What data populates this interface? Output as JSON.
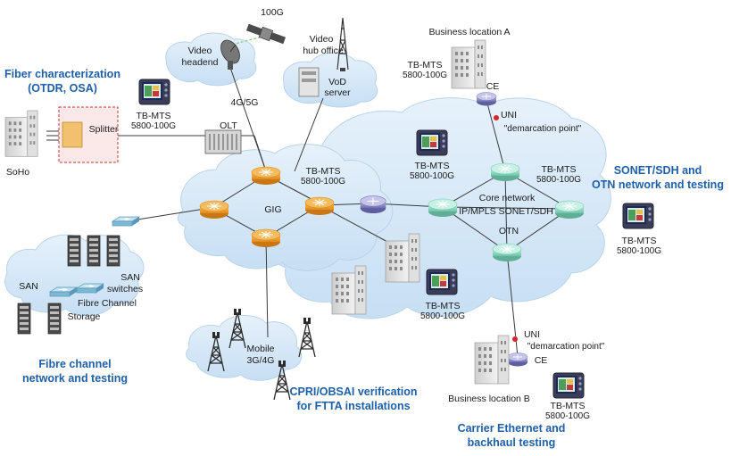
{
  "titles": {
    "fiber_char_1": "Fiber characterization",
    "fiber_char_2": "(OTDR, OSA)",
    "sonet_1": "SONET/SDH and",
    "sonet_2": "OTN network and testing",
    "fibre_channel_1": "Fibre channel",
    "fibre_channel_2": "network and testing",
    "cpri_1": "CPRI/OBSAI verification",
    "cpri_2": "for FTTA installations",
    "carrier_1": "Carrier Ethernet and",
    "carrier_2": "backhaul testing"
  },
  "labels": {
    "satellite_rate": "100G",
    "video_headend_1": "Video",
    "video_headend_2": "headend",
    "video_hub_1": "Video",
    "video_hub_2": "hub office",
    "vod_1": "VoD",
    "vod_2": "server",
    "wireless": "4G/5G",
    "soho": "SoHo",
    "splitter": "Splitter",
    "olt": "OLT",
    "gig": "GIG",
    "business_a": "Business location A",
    "business_b": "Business location B",
    "ce": "CE",
    "uni": "UNI",
    "demarcation": "\"demarcation point\"",
    "core_1": "Core network",
    "core_2": "IP/MPLS SONET/SDH",
    "otn": "OTN",
    "san": "SAN",
    "san_switches_1": "SAN",
    "san_switches_2": "switches",
    "fibre_channel": "Fibre Channel",
    "storage": "Storage",
    "mobile_1": "Mobile",
    "mobile_2": "3G/4G"
  },
  "tester": {
    "name": "TB-MTS",
    "model": "5800-100G"
  },
  "colors": {
    "title_blue": "#1f5fa8",
    "cloud_fill": "#d3e6f6",
    "router_orange": "#f0a23a",
    "router_green": "#8fd6c0",
    "router_purple": "#8e8ec8",
    "demarcation_red": "#d8232a"
  }
}
